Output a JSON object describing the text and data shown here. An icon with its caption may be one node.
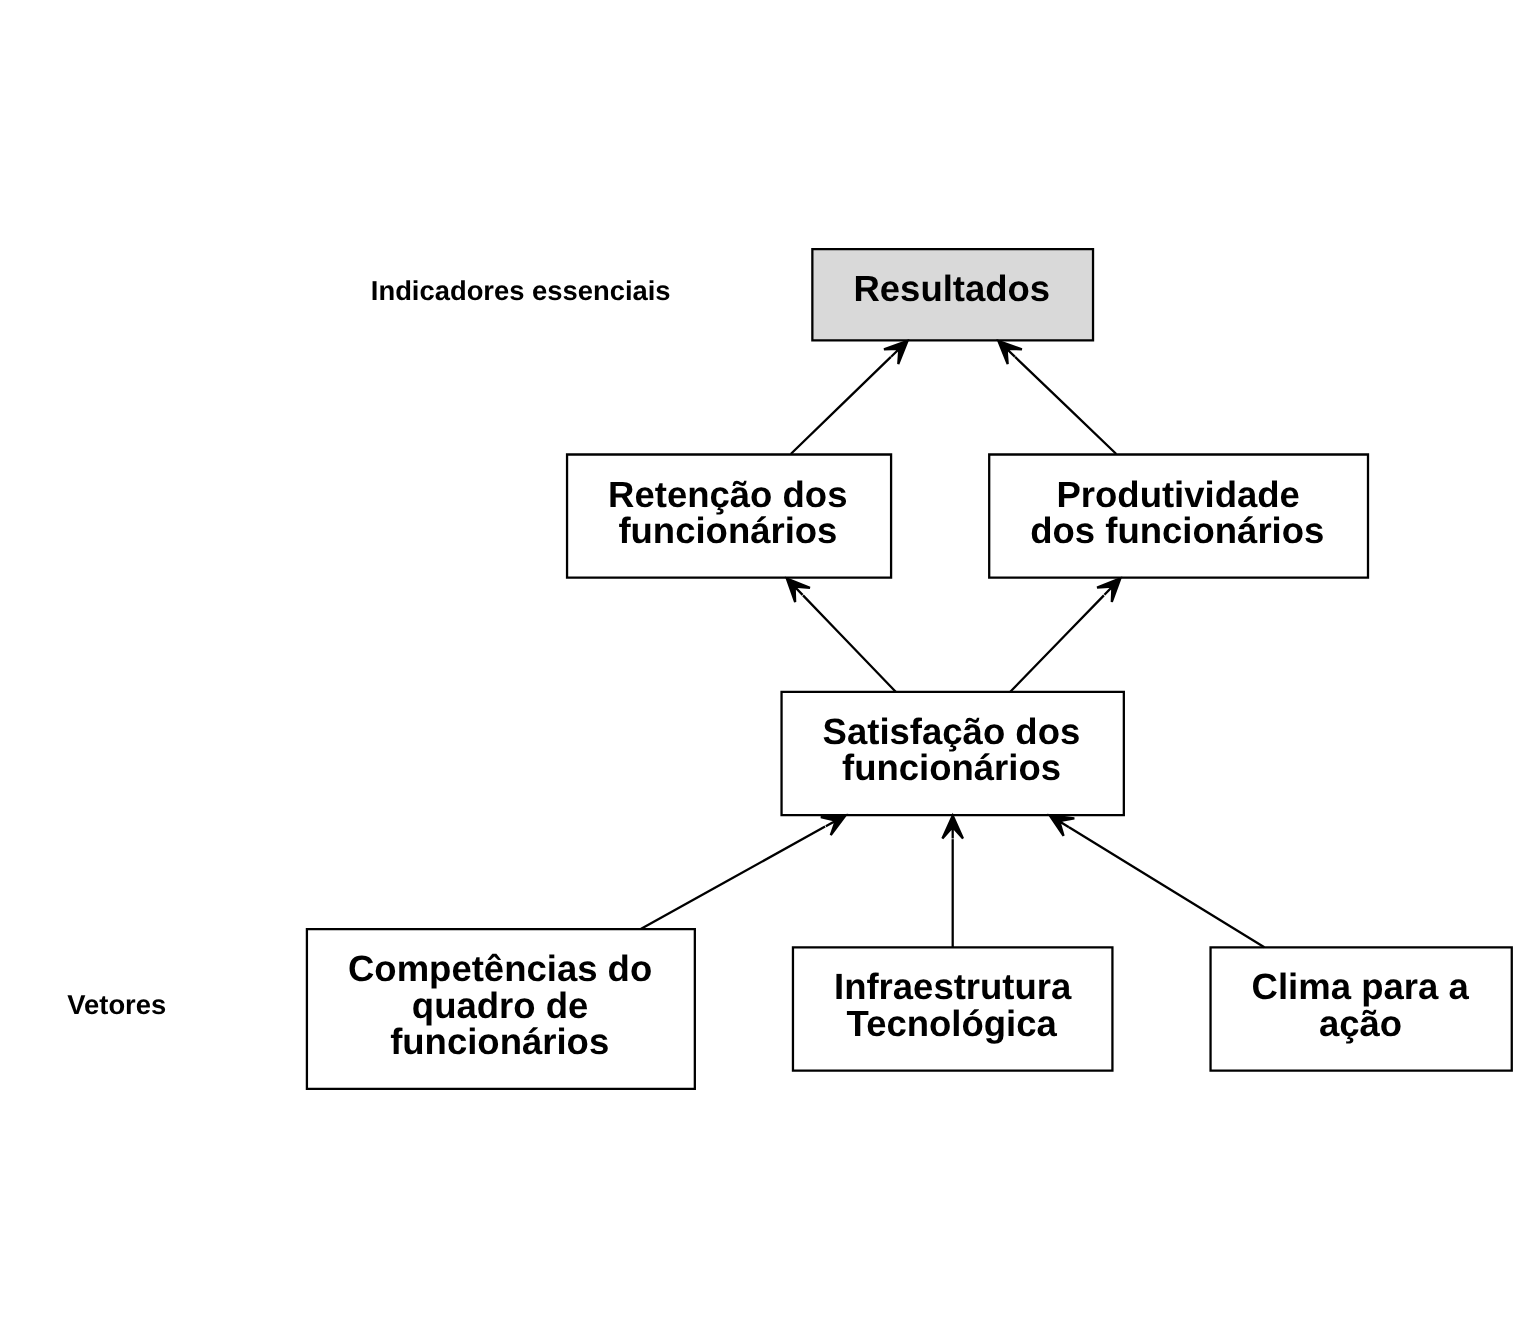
{
  "diagram": {
    "nodes": [
      {
        "text": [
          "Resultados"
        ]
      },
      {
        "text": [
          "Retenção dos funcionários"
        ]
      },
      {
        "text": [
          "Produtividade dos funcionários"
        ]
      },
      {
        "text": [
          "Satisfação dos funcionários"
        ]
      },
      {
        "text": [
          "Competências do quadro de funcionários"
        ]
      },
      {
        "text": [
          "Infraestrutura Tecnológica"
        ]
      },
      {
        "text": [
          "Clima para a ação"
        ]
      }
    ],
    "edges": [
      {
        "from": 1,
        "to": 0,
        "arrow": "to"
      },
      {
        "from": 2,
        "to": 0,
        "arrow": "to"
      },
      {
        "from": 3,
        "to": 1,
        "arrow": "to"
      },
      {
        "from": 3,
        "to": 2,
        "arrow": "to"
      },
      {
        "from": 4,
        "to": 3,
        "arrow": "to"
      },
      {
        "from": 5,
        "to": 3,
        "arrow": "to"
      },
      {
        "from": 6,
        "to": 3,
        "arrow": "to"
      }
    ],
    "labels": [
      "Indicadores essenciais",
      "Vetores"
    ]
  }
}
